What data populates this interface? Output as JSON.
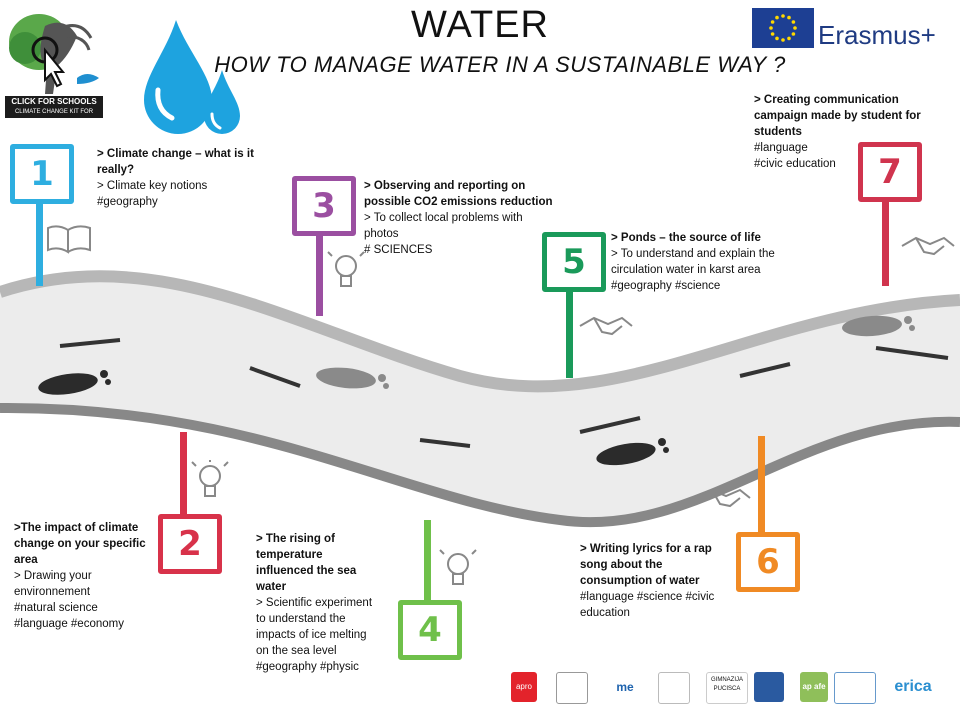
{
  "header": {
    "title": "WATER",
    "subtitle": "HOW TO MANAGE WATER IN A SUSTAINABLE WAY ?"
  },
  "logos": {
    "school_logo_text": "CLICK FOR SCHOOLS",
    "school_logo_tagline": "CLIMATE CHANGE KIT FOR SCHOOLS",
    "programme": "Erasmus+"
  },
  "colors": {
    "step1": "#2eaee0",
    "step2": "#d8324a",
    "step3": "#9b4fa1",
    "step4": "#6fc04a",
    "step5": "#1a9a5a",
    "step6": "#f08a24",
    "step7": "#d0344e",
    "road": "#b7b7b7",
    "water_drop": "#1ea3df",
    "eu_blue": "#1d3f93"
  },
  "steps": [
    {
      "number": "1",
      "lines": [
        "> Climate change – what is it really?"
      ],
      "sub": [
        "> Climate key notions",
        "#geography"
      ],
      "icon": "book-icon"
    },
    {
      "number": "2",
      "lines": [
        ">The impact of climate change on your specific area"
      ],
      "sub": [
        "> Drawing your environnement",
        "#natural science",
        "#language #economy"
      ],
      "icon": "lightbulb-icon"
    },
    {
      "number": "3",
      "lines": [
        "> Observing and reporting on possible CO2 emissions reduction"
      ],
      "sub": [
        "> To collect local problems with photos",
        "# SCIENCES"
      ],
      "icon": "lightbulb-icon"
    },
    {
      "number": "4",
      "lines": [
        "> The rising of temperature influenced the sea water"
      ],
      "sub": [
        "> Scientific experiment to understand the impacts of ice melting on the sea level",
        "#geography #physic"
      ],
      "icon": "lightbulb-icon"
    },
    {
      "number": "5",
      "lines": [
        "> Ponds – the source of life"
      ],
      "sub": [
        "> To understand and explain the circulation water in karst area",
        "#geography #science"
      ],
      "icon": "handshake-icon"
    },
    {
      "number": "6",
      "lines": [
        "> Writing lyrics for a rap song about the consumption of water"
      ],
      "sub": [
        "#language #science #civic education"
      ],
      "icon": "handshake-icon"
    },
    {
      "number": "7",
      "lines": [
        "> Creating communication campaign made by student for students"
      ],
      "sub": [
        "#language",
        "#civic education"
      ],
      "icon": "handshake-icon"
    }
  ],
  "partners": [
    "apro",
    "",
    "me",
    "",
    "GIMNAZIJA PUCISCA",
    "",
    "ap afe",
    "",
    "erica"
  ]
}
